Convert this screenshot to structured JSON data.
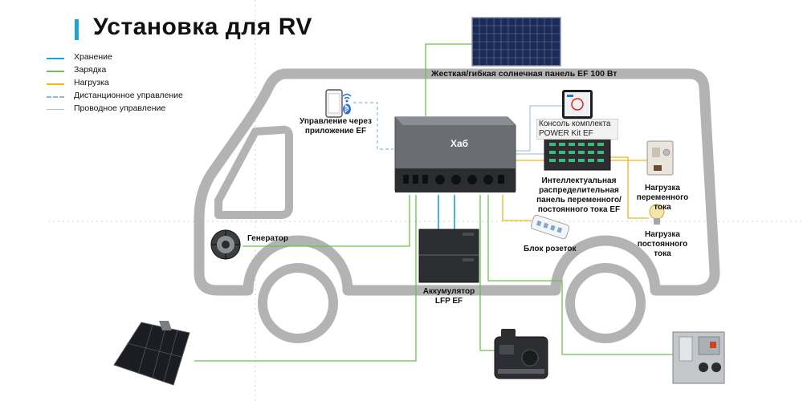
{
  "title": "Установка для RV",
  "legend": [
    {
      "label": "Хранение",
      "color": "#1aa7d8",
      "style": "solid"
    },
    {
      "label": "Зарядка",
      "color": "#6cc24a",
      "style": "solid"
    },
    {
      "label": "Нагрузка",
      "color": "#f2b51b",
      "style": "solid"
    },
    {
      "label": "Дистанционное управление",
      "color": "#8fb7d9",
      "style": "dashed"
    },
    {
      "label": "Проводное управление",
      "color": "#a9c7e0",
      "style": "solid"
    }
  ],
  "labels": {
    "solar_panel": "Жесткая/гибкая солнечная панель EF 100 Вт",
    "app_control_line1": "Управление через",
    "app_control_line2": "приложение EF",
    "hub": "Хаб",
    "console_line1": "Консоль комплекта",
    "console_line2": "POWER Kit EF",
    "distribution_line1": "Интеллектуальная",
    "distribution_line2": "распределительная",
    "distribution_line3": "панель переменного/",
    "distribution_line4": "постоянного тока EF",
    "ac_load_line1": "Нагрузка",
    "ac_load_line2": "переменного",
    "ac_load_line3": "тока",
    "dc_load_line1": "Нагрузка",
    "dc_load_line2": "постоянного",
    "dc_load_line3": "тока",
    "generator": "Генератор",
    "outlet_block": "Блок розеток",
    "battery_line1": "Аккумулятор",
    "battery_line2": "LFP EF"
  },
  "colors": {
    "storage": "#1aa7d8",
    "charging": "#6cc24a",
    "load": "#f2b51b",
    "remote": "#8fb7d9",
    "wired": "#a9c7e0",
    "rv_outline": "#b3b3b3"
  }
}
